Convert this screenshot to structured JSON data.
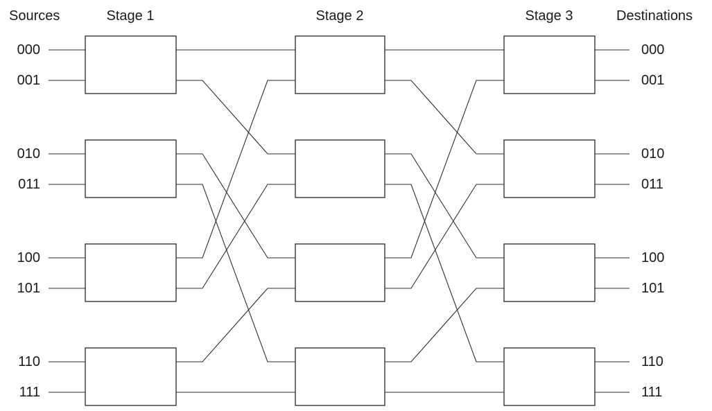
{
  "diagram": {
    "header": {
      "sources_label": "Sources",
      "stage_labels": [
        "Stage 1",
        "Stage 2",
        "Stage 3"
      ],
      "destinations_label": "Destinations"
    },
    "sources": [
      "000",
      "001",
      "010",
      "011",
      "100",
      "101",
      "110",
      "111"
    ],
    "destinations": [
      "000",
      "001",
      "010",
      "011",
      "100",
      "101",
      "110",
      "111"
    ],
    "network": {
      "stages": 3,
      "switches_per_stage": 4,
      "ports_per_switch": 2,
      "interstage_shuffle_map": [
        0,
        2,
        4,
        6,
        1,
        3,
        5,
        7
      ],
      "line_color": "#2e2e2e",
      "box_border_color": "#262626",
      "text_color": "#1a1a1a"
    }
  }
}
